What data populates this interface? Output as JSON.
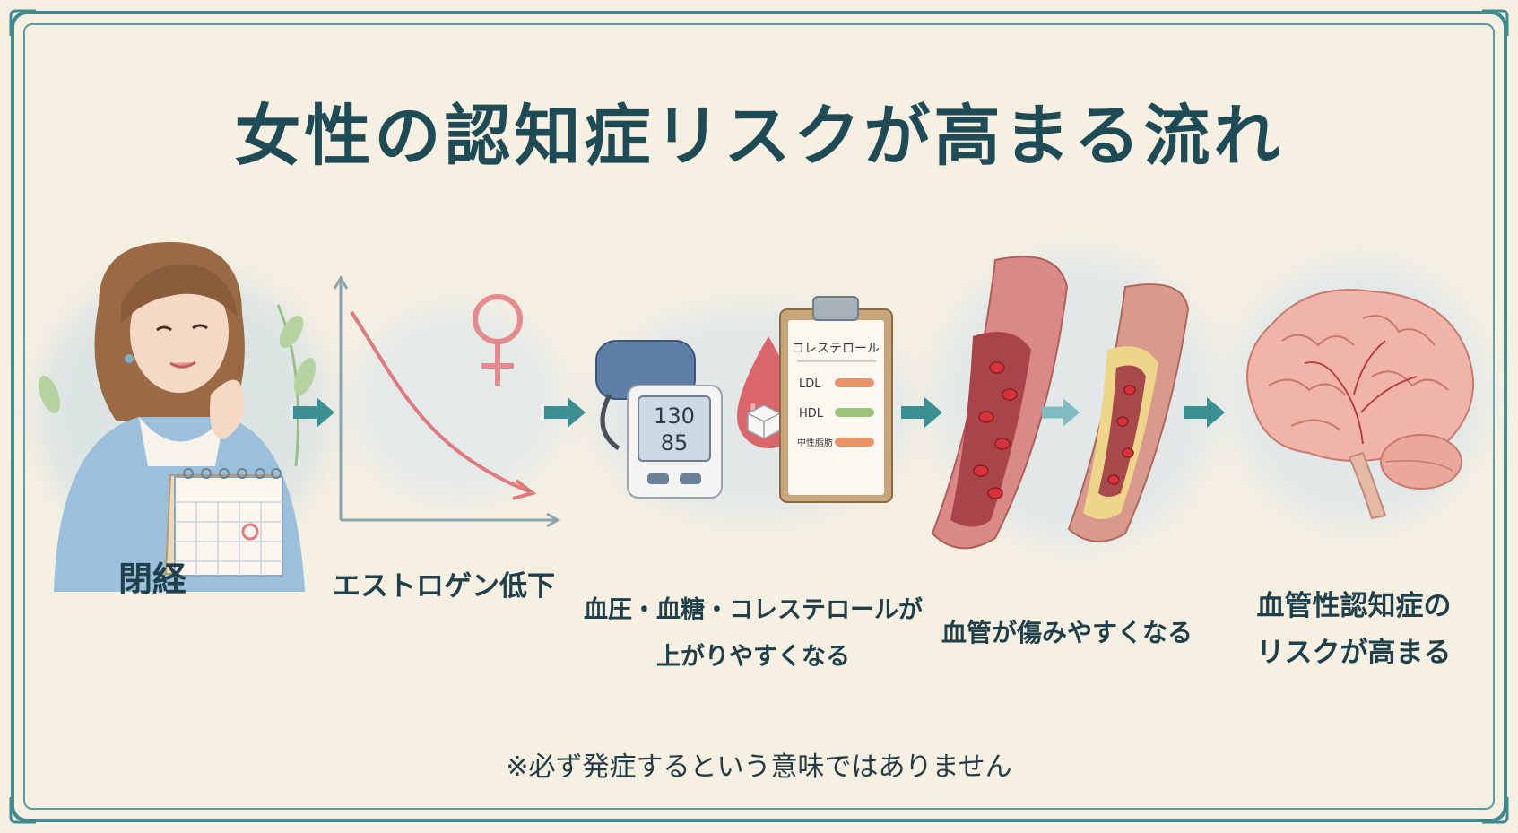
{
  "title": "女性の認知症リスクが高まる流れ",
  "steps": [
    {
      "label_line1": "閉経",
      "label_line2": ""
    },
    {
      "label_line1": "エストロゲン低下",
      "label_line2": ""
    },
    {
      "label_line1": "血圧・血糖・コレステロールが",
      "label_line2": "上がりやすくなる"
    },
    {
      "label_line1": "血管が傷みやすくなる",
      "label_line2": ""
    },
    {
      "label_line1": "血管性認知症の",
      "label_line2": "リスクが高まる"
    }
  ],
  "monitor": {
    "systolic": "130",
    "diastolic": "85"
  },
  "clipboard": {
    "title": "コレステロール",
    "rows": [
      {
        "name": "LDL",
        "color": "#e8946a"
      },
      {
        "name": "HDL",
        "color": "#9cc47a"
      },
      {
        "name": "中性脂肪",
        "color": "#e8946a"
      }
    ]
  },
  "note": "※必ず発症するという意味ではありません",
  "colors": {
    "accent": "#3f8a90",
    "arrow": "#3a8f93",
    "title": "#1f4b56",
    "curve": "#e07a7e"
  },
  "icons": [
    "woman-illustration",
    "calendar-icon",
    "decline-graph",
    "female-symbol-icon",
    "blood-pressure-monitor-icon",
    "blood-drop-icon",
    "sugar-cube-icon",
    "clipboard-icon",
    "blood-vessel-icon",
    "clogged-vessel-icon",
    "brain-icon"
  ]
}
